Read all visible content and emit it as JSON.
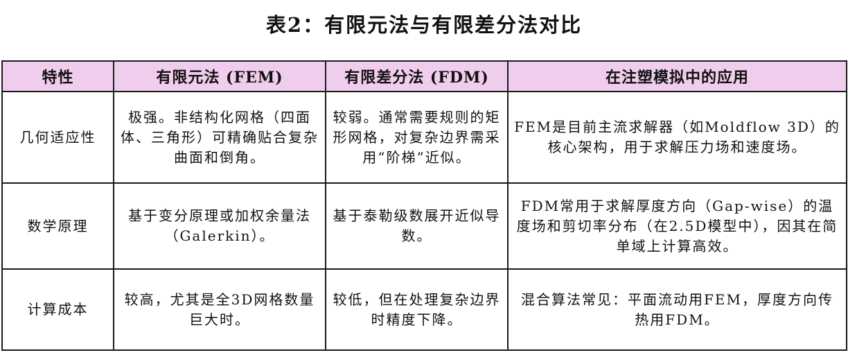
{
  "title": "表2：有限元法与有限差分法对比",
  "table": {
    "header_bg": "#f0cdec",
    "columns": [
      "特性",
      "有限元法 (FEM)",
      "有限差分法 (FDM)",
      "在注塑模拟中的应用"
    ],
    "rows": [
      {
        "feature": "几何适应性",
        "fem": "极强。非结构化网格（四面体、三角形）可精确贴合复杂曲面和倒角。",
        "fdm": "较弱。通常需要规则的矩形网格，对复杂边界需采用“阶梯”近似。",
        "application": "FEM是目前主流求解器（如Moldflow 3D）的核心架构，用于求解压力场和速度场。"
      },
      {
        "feature": "数学原理",
        "fem": "基于变分原理或加权余量法（Galerkin）。",
        "fdm": "基于泰勒级数展开近似导数。",
        "application": "FDM常用于求解厚度方向（Gap-wise）的温度场和剪切率分布（在2.5D模型中），因其在简单域上计算高效。"
      },
      {
        "feature": "计算成本",
        "fem": "较高，尤其是全3D网格数量巨大时。",
        "fdm": "较低，但在处理复杂边界时精度下降。",
        "application": "混合算法常见：平面流动用FEM，厚度方向传热用FDM。"
      }
    ]
  }
}
